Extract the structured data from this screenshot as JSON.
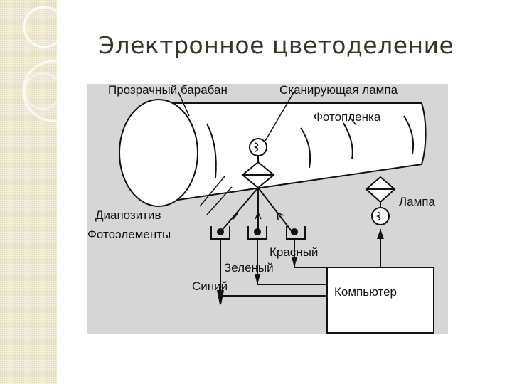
{
  "slide": {
    "title": "Электронное цветоделение"
  },
  "diagram": {
    "labels": {
      "drum": "Прозрачный барабан",
      "scan_lamp": "Сканирующая лампа",
      "film": "Фотопленка",
      "lamp": "Лампа",
      "slide": "Диапозитив",
      "photocells": "Фотоэлементы",
      "red": "Красный",
      "green": "Зеленый",
      "blue": "Синий",
      "computer": "Компьютер"
    },
    "colors": {
      "background": "#d6d6d6",
      "line": "#111111",
      "title": "#3a3328",
      "accent_strip": "#efe8d0"
    }
  }
}
